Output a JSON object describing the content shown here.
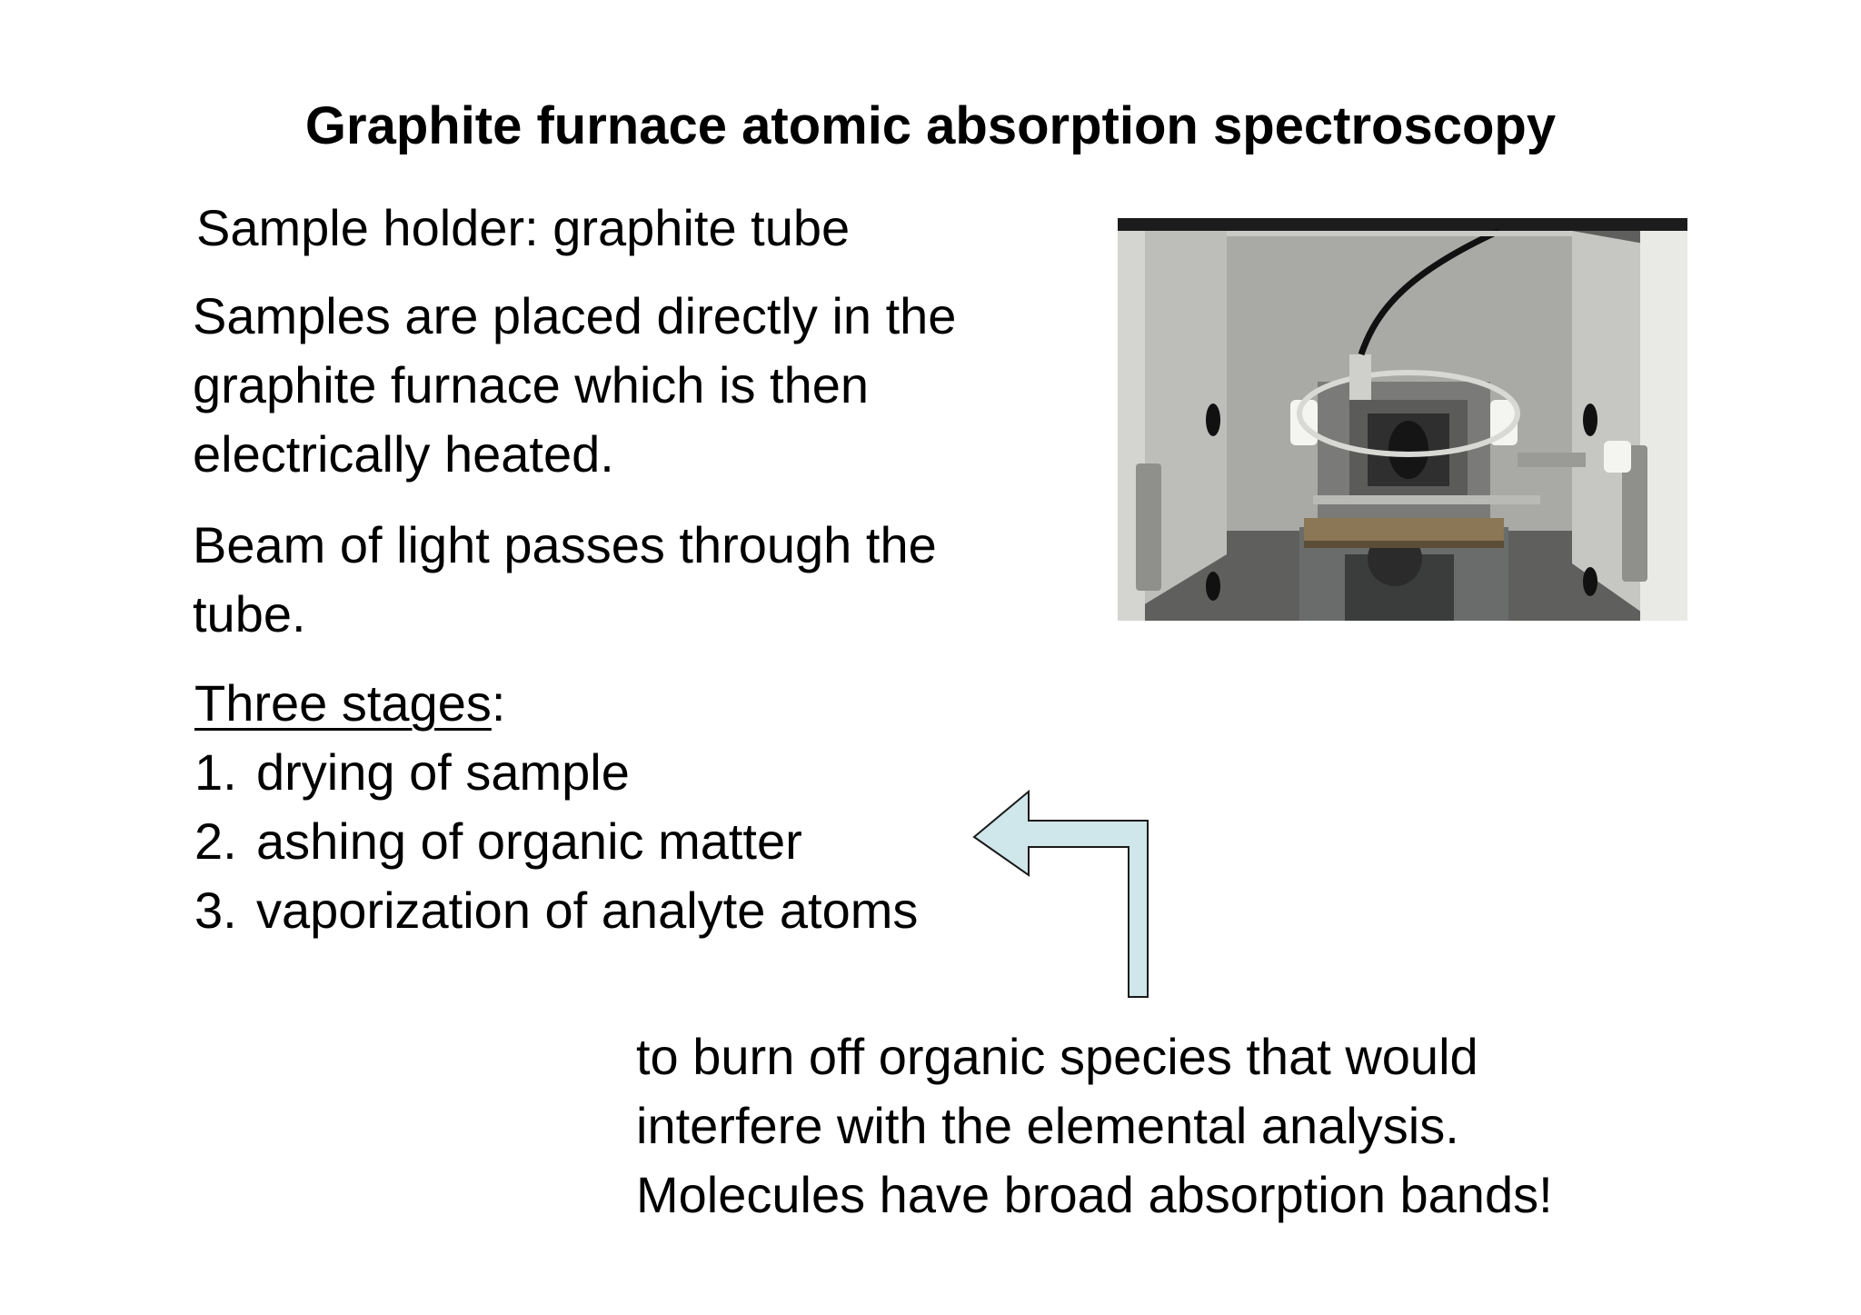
{
  "slide": {
    "title": "Graphite furnace atomic absorption spectroscopy",
    "sample_holder": "Sample holder: graphite tube",
    "samples_placed": [
      "Samples are placed directly in the",
      "graphite furnace which is then",
      "electrically heated."
    ],
    "beam": [
      "Beam of light passes through the",
      "tube."
    ],
    "stages": {
      "heading": "Three stages",
      "heading_suffix": ":",
      "items": [
        {
          "num": "1.",
          "text": "drying of sample"
        },
        {
          "num": "2.",
          "text": "ashing of organic matter"
        },
        {
          "num": "3.",
          "text": "vaporization of analyte atoms"
        }
      ]
    },
    "note": [
      "to burn off organic species that would",
      "interfere with the elemental analysis.",
      "Molecules have broad absorption bands!"
    ]
  },
  "colors": {
    "arrow_fill": "#cfe6ea",
    "arrow_stroke": "#1a1a1a"
  }
}
